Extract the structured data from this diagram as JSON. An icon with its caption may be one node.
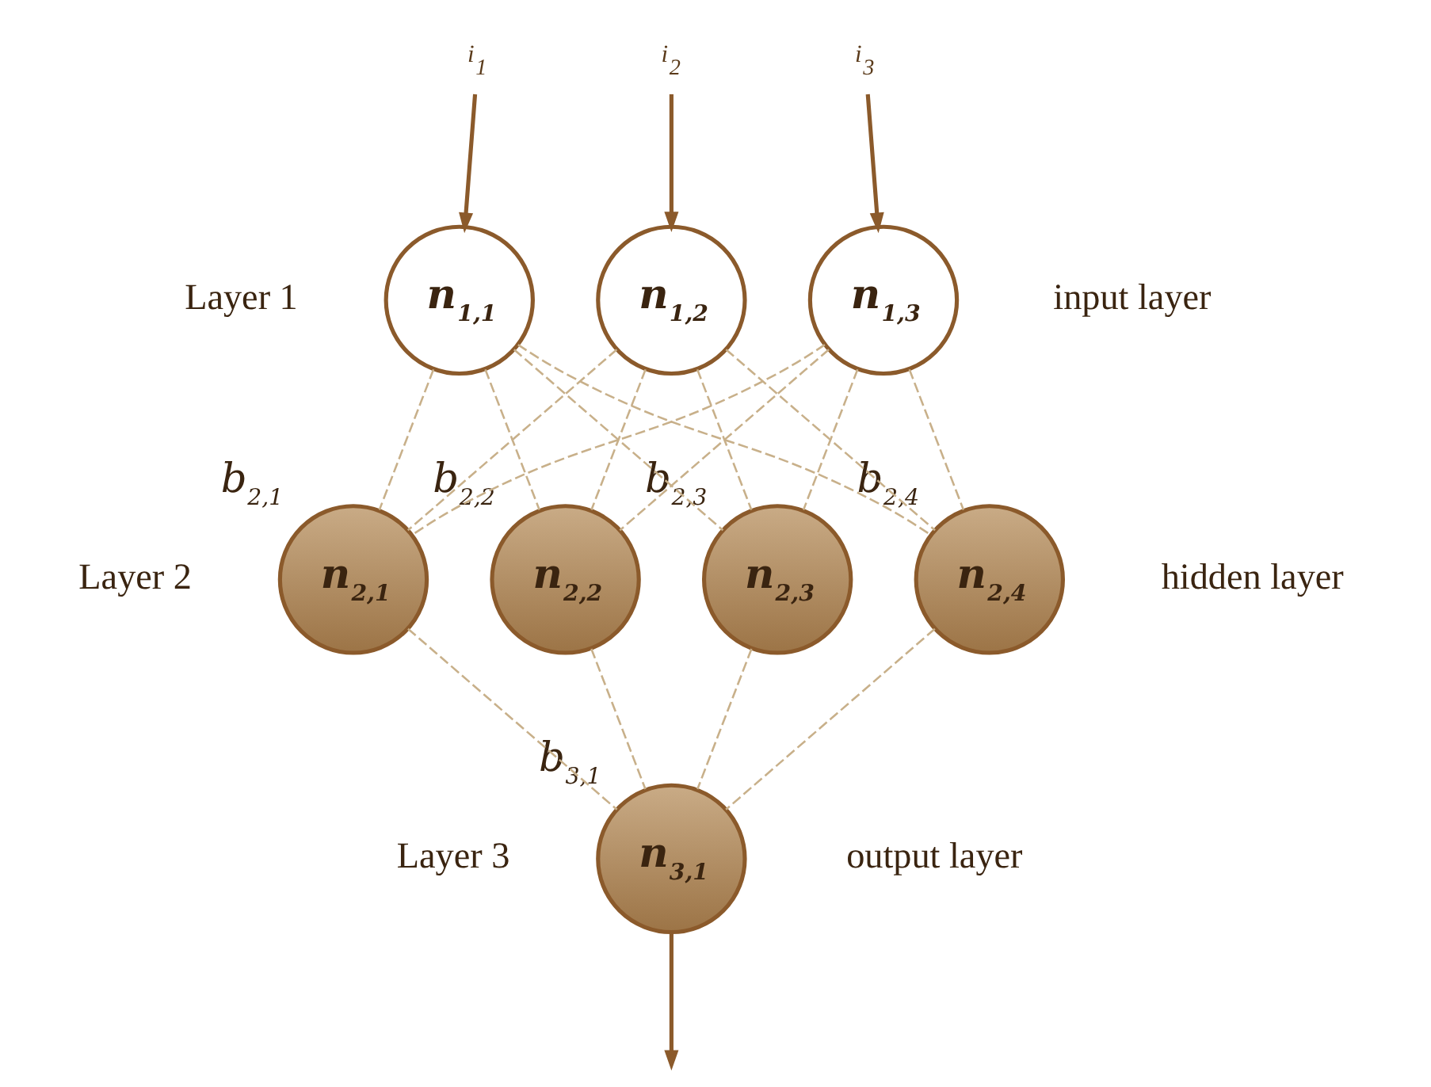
{
  "diagram": {
    "nodes": [
      {
        "text": [
          "i$_{1}$"
        ]
      },
      {
        "text": [
          "i$_{2}$"
        ]
      },
      {
        "text": [
          "i$_{3}$"
        ]
      },
      {
        "text": [
          "n$_{1,1}$"
        ]
      },
      {
        "text": [
          "n$_{1,2}$"
        ]
      },
      {
        "text": [
          "n$_{1,3}$"
        ]
      },
      {
        "text": [
          "n$_{2,1}$"
        ],
        "beside": [
          "b$_{2,1}$"
        ]
      },
      {
        "text": [
          "n$_{2,2}$"
        ],
        "beside": [
          "b$_{2,2}$"
        ]
      },
      {
        "text": [
          "n$_{2,3}$"
        ],
        "beside": [
          "b$_{2,3}$"
        ]
      },
      {
        "text": [
          "n$_{2,4}$"
        ],
        "beside": [
          "b$_{2,4}$"
        ]
      },
      {
        "text": [
          "n$_{3,1}$"
        ],
        "beside": [
          "b$_{3,1}$"
        ]
      }
    ],
    "edges": [
      {
        "from": 0,
        "to": 3,
        "arrow": "to",
        "color": "#8b5a2b"
      },
      {
        "from": 1,
        "to": 4,
        "arrow": "to",
        "color": "#8b5a2b"
      },
      {
        "from": 2,
        "to": 5,
        "arrow": "to",
        "color": "#8b5a2b"
      },
      {
        "from": 3,
        "to": 6,
        "arrow": "none",
        "style": "dashed"
      },
      {
        "from": 3,
        "to": 7,
        "arrow": "none",
        "style": "dashed"
      },
      {
        "from": 3,
        "to": 8,
        "arrow": "none",
        "style": "dashed"
      },
      {
        "from": 3,
        "to": 9,
        "arrow": "none",
        "style": "dashed"
      },
      {
        "from": 4,
        "to": 6,
        "arrow": "none",
        "style": "dashed"
      },
      {
        "from": 4,
        "to": 7,
        "arrow": "none",
        "style": "dashed"
      },
      {
        "from": 4,
        "to": 8,
        "arrow": "none",
        "style": "dashed"
      },
      {
        "from": 4,
        "to": 9,
        "arrow": "none",
        "style": "dashed"
      },
      {
        "from": 5,
        "to": 6,
        "arrow": "none",
        "style": "dashed"
      },
      {
        "from": 5,
        "to": 7,
        "arrow": "none",
        "style": "dashed"
      },
      {
        "from": 5,
        "to": 8,
        "arrow": "none",
        "style": "dashed"
      },
      {
        "from": 5,
        "to": 9,
        "arrow": "none",
        "style": "dashed"
      },
      {
        "from": 6,
        "to": 10,
        "arrow": "none",
        "style": "dashed"
      },
      {
        "from": 7,
        "to": 10,
        "arrow": "none",
        "style": "dashed"
      },
      {
        "from": 8,
        "to": 10,
        "arrow": "none",
        "style": "dashed"
      },
      {
        "from": 9,
        "to": 10,
        "arrow": "none",
        "style": "dashed"
      },
      {
        "from": 10,
        "to": null,
        "arrow": "to",
        "color": "#8b5a2b"
      }
    ],
    "labels": [
      "Layer 1",
      "input layer",
      "Layer 2",
      "hidden layer",
      "Layer 3",
      "output layer"
    ]
  }
}
